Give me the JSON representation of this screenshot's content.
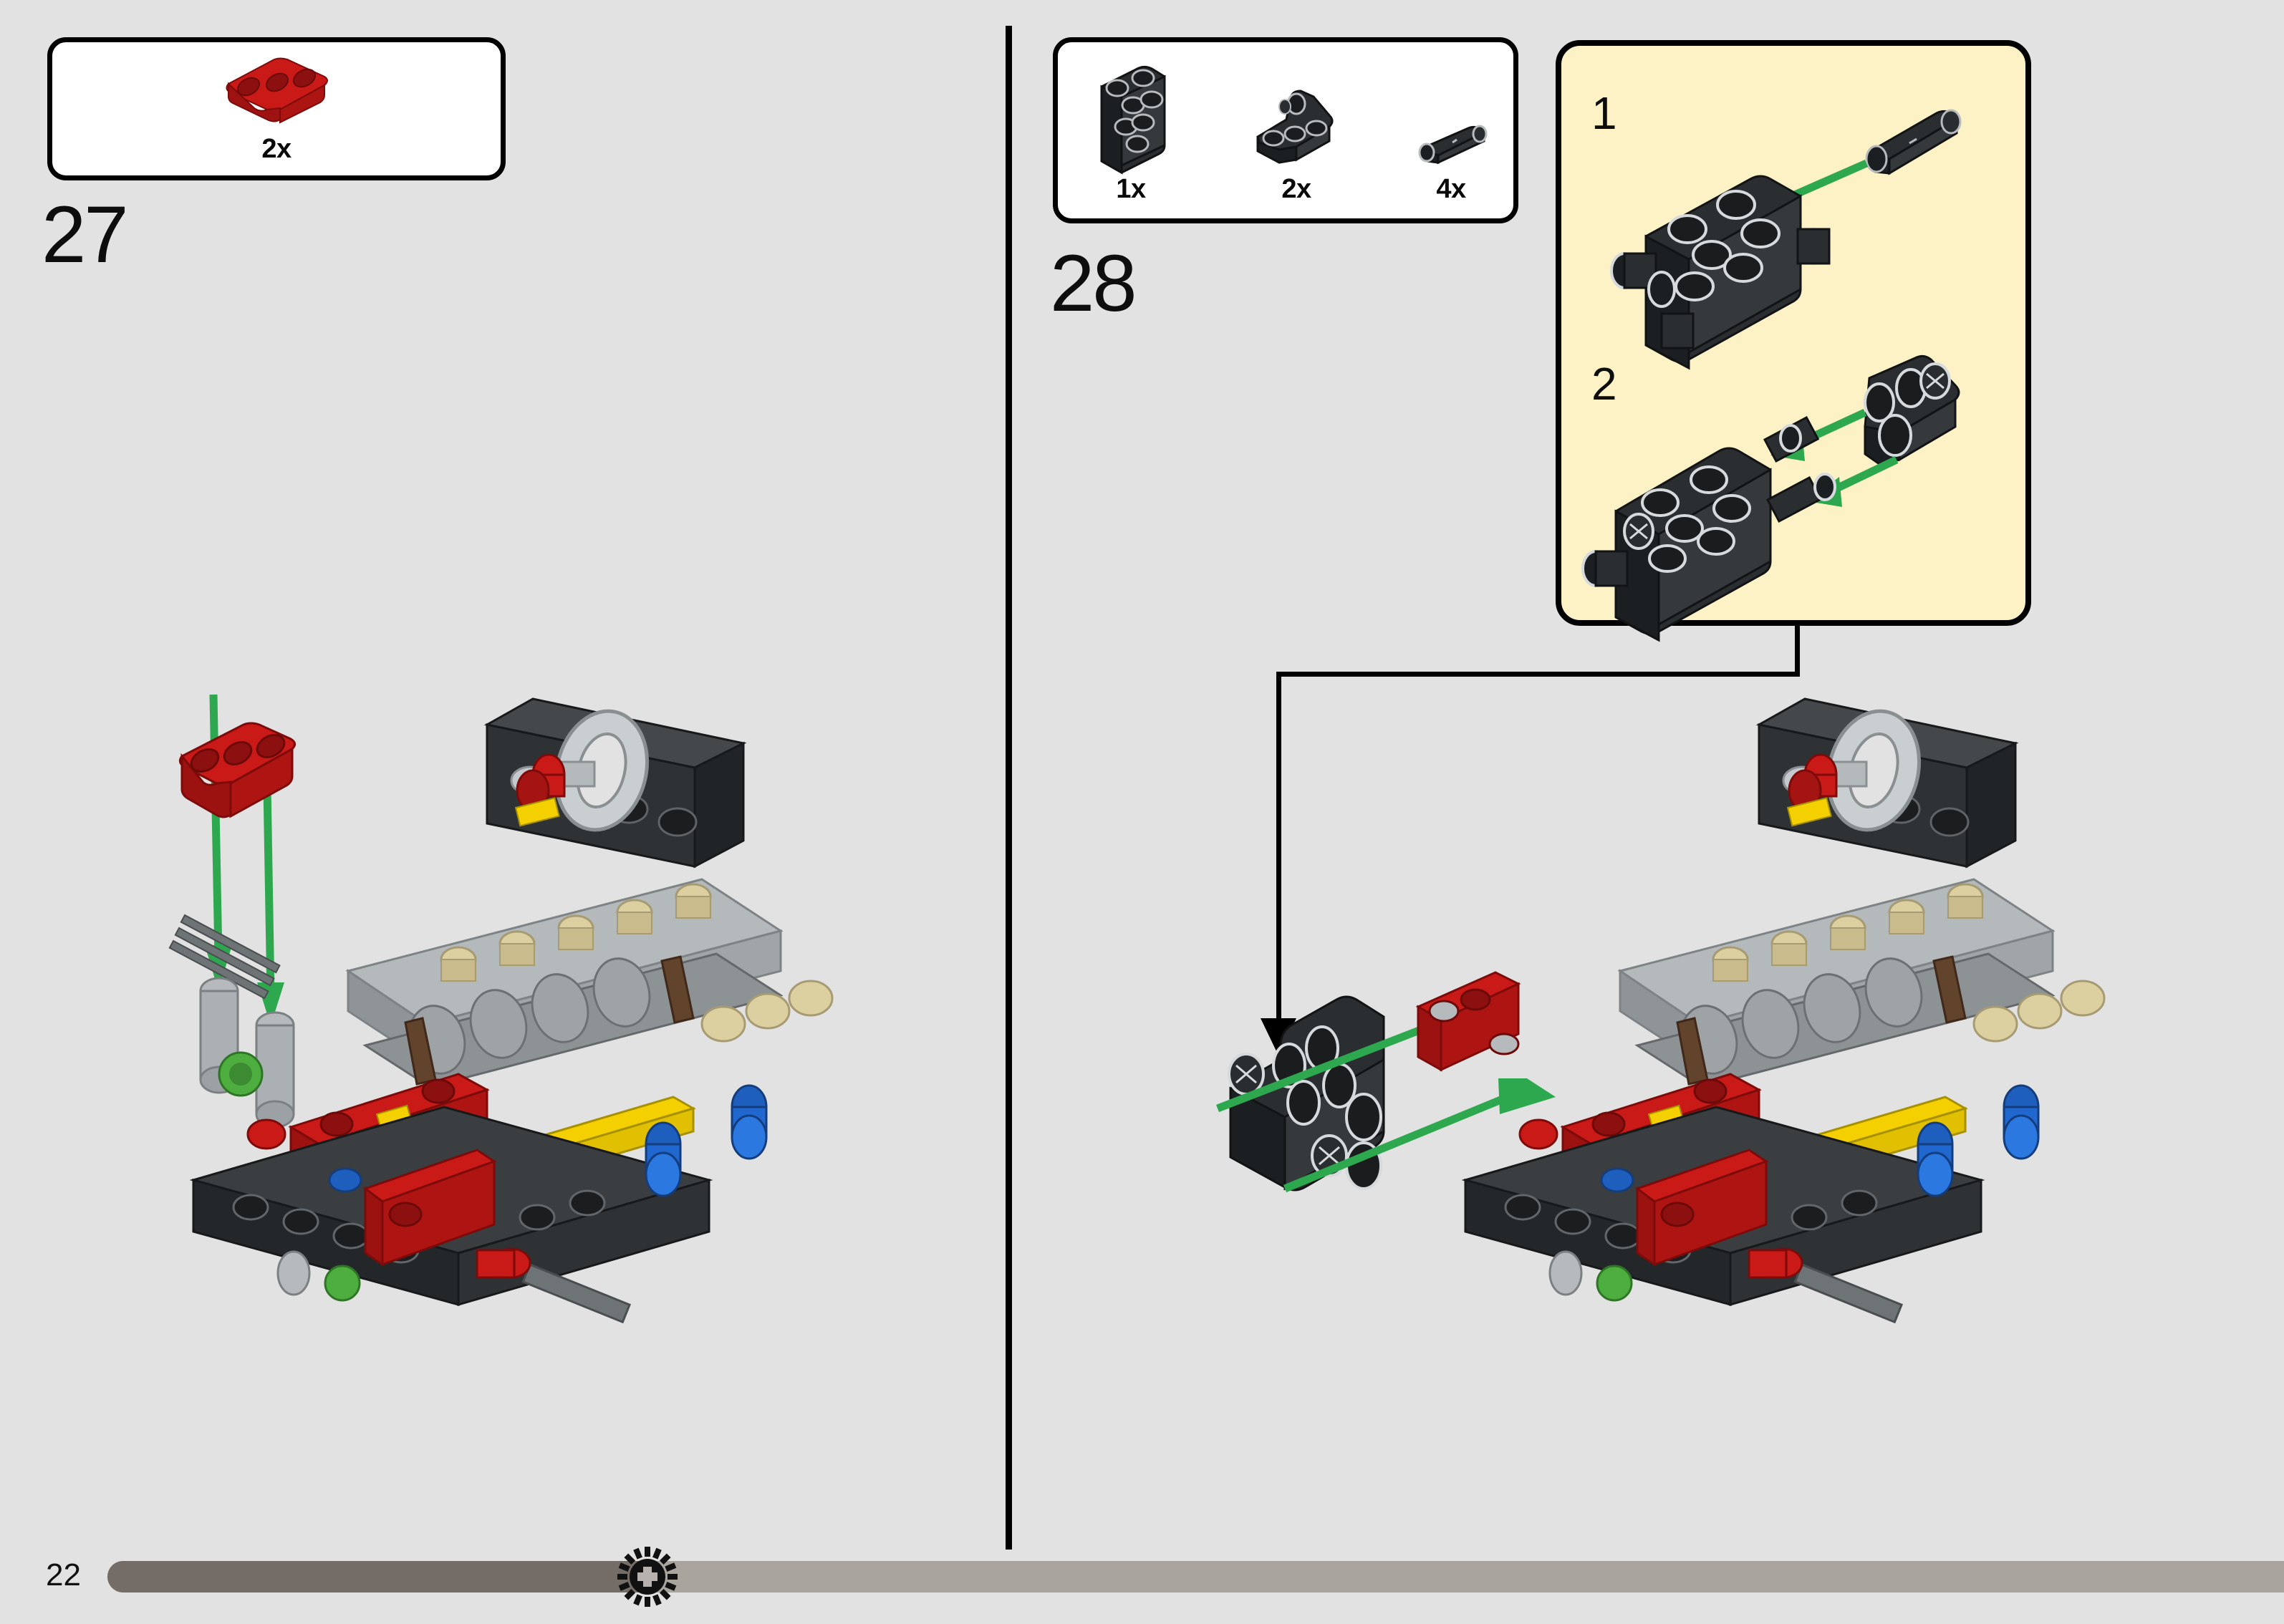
{
  "document": {
    "type": "lego-technic-building-instructions",
    "page_number": "22"
  },
  "colors": {
    "page_background": "#e2e2e2",
    "parts_box_fill": "#ffffff",
    "parts_box_border": "#000000",
    "callout_fill": "#fdf2c6",
    "callout_border": "#000000",
    "arrow_green": "#2ea84f",
    "progress_fill": "#746c66",
    "progress_track": "#aaa49f",
    "brick_red": "#c91a18",
    "brick_black": "#25282a",
    "brick_blue": "#1e5fbd",
    "brick_yellow": "#f5d000",
    "brick_light_grey": "#a3a8ab",
    "brick_dark_grey": "#5c6063",
    "brick_tan": "#ddd0a0",
    "brick_brown": "#62432c",
    "brick_green": "#4dad3f"
  },
  "steps": [
    {
      "number": "27",
      "parts": [
        {
          "count": "2x",
          "part": "technic-beam-1x3-red",
          "color": "#c91a18"
        }
      ],
      "assembly": {
        "arrows": 2,
        "arrow_color": "#2ea84f",
        "arrow_direction": "down",
        "description": "Attach red 1x3 Technic beam onto two light-grey pins of the engine frame"
      }
    },
    {
      "number": "28",
      "parts": [
        {
          "count": "1x",
          "part": "technic-frame-5x7-black",
          "color": "#25282a"
        },
        {
          "count": "2x",
          "part": "technic-angular-beam-black",
          "color": "#25282a"
        },
        {
          "count": "4x",
          "part": "technic-axle-pin-black",
          "color": "#25282a"
        }
      ],
      "callout": {
        "substeps": [
          {
            "index": "1",
            "arrows": 1,
            "description": "Insert black axle pin into the black Technic frame"
          },
          {
            "index": "2",
            "arrows": 2,
            "description": "Attach black angular beam onto the two axle pins"
          }
        ]
      },
      "assembly": {
        "arrows": 2,
        "arrow_color": "#2ea84f",
        "arrow_direction": "right",
        "description": "Push the assembled black sub-assembly onto the left side of the chassis"
      }
    }
  ],
  "footer": {
    "page_label": "22",
    "progress_percent": 25,
    "marker": "technic-gear-icon"
  },
  "icons": {
    "gear": "technic-gear-icon",
    "arrow_down": "callout-arrow-down-icon",
    "green_arrow": "assembly-arrow-icon"
  }
}
